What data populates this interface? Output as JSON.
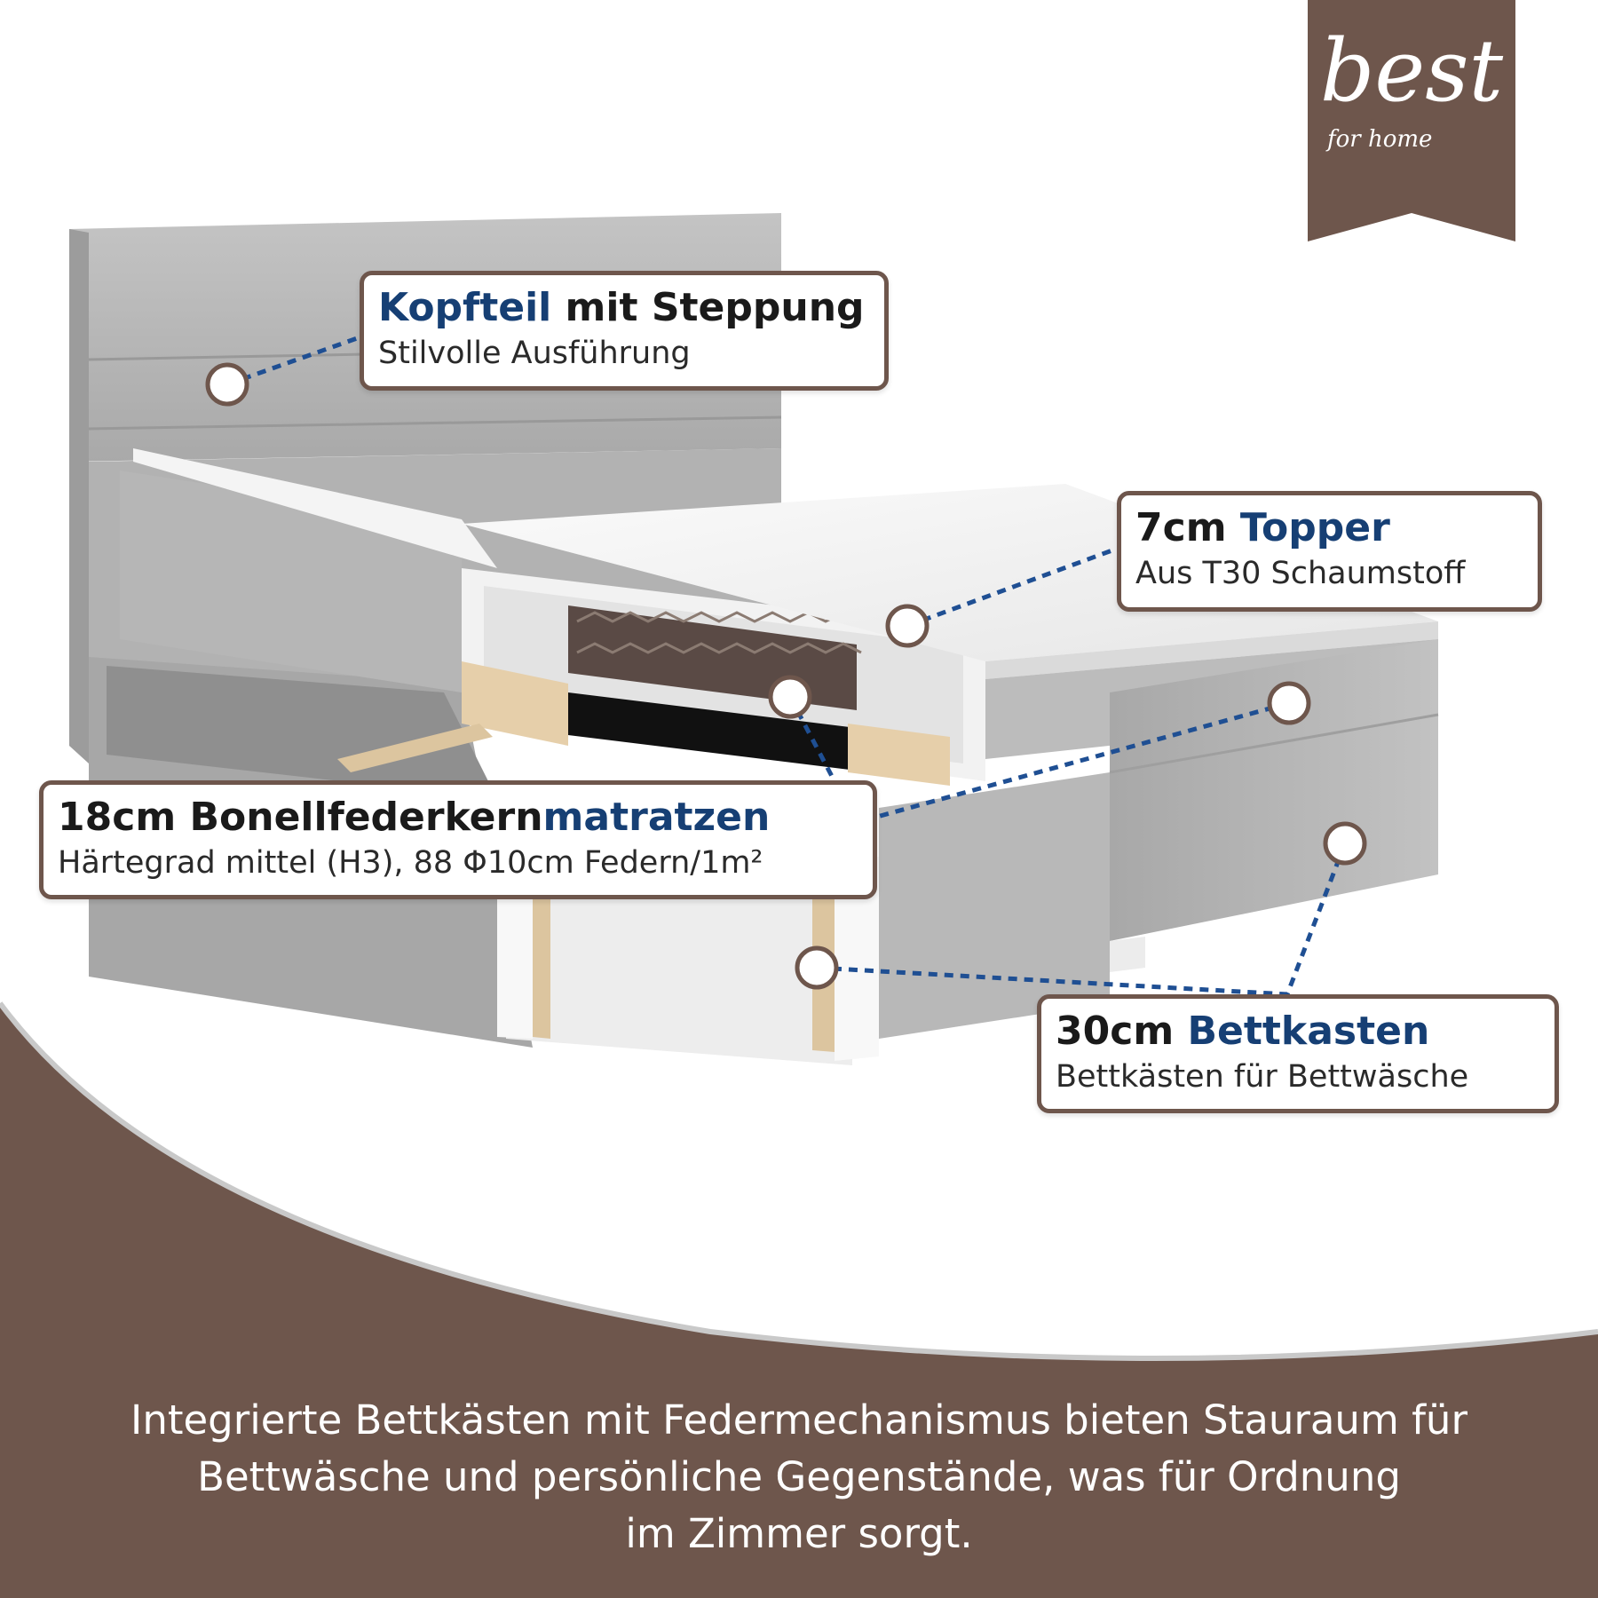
{
  "brand": {
    "logo_main": "best",
    "logo_sub": "for home"
  },
  "callouts": {
    "kopfteil": {
      "title_a": "Kopfteil",
      "title_b": " mit Steppung",
      "sub": "Stilvolle Ausführung"
    },
    "topper": {
      "title_a": "7cm ",
      "title_b": "Topper",
      "sub": "Aus T30 Schaumstoff"
    },
    "matratze": {
      "title_a": "18cm Bonellfederkern",
      "title_b": "matratzen",
      "sub": "Härtegrad mittel (H3), 88 Φ10cm Federn/1m²"
    },
    "bettkasten": {
      "title_a": "30cm ",
      "title_b": "Bettkasten",
      "sub": "Bettkästen für Bettwäsche"
    }
  },
  "caption": {
    "line1": "Integrierte Bettkästen mit Federmechanismus bieten Stauraum für",
    "line2": "Bettwäsche und persönliche Gegenstände, was für Ordnung",
    "line3": "im Zimmer sorgt."
  },
  "colors": {
    "brown": "#6e564c",
    "accent_blue": "#163f74",
    "fabric_grey": "#b9b9b9"
  }
}
